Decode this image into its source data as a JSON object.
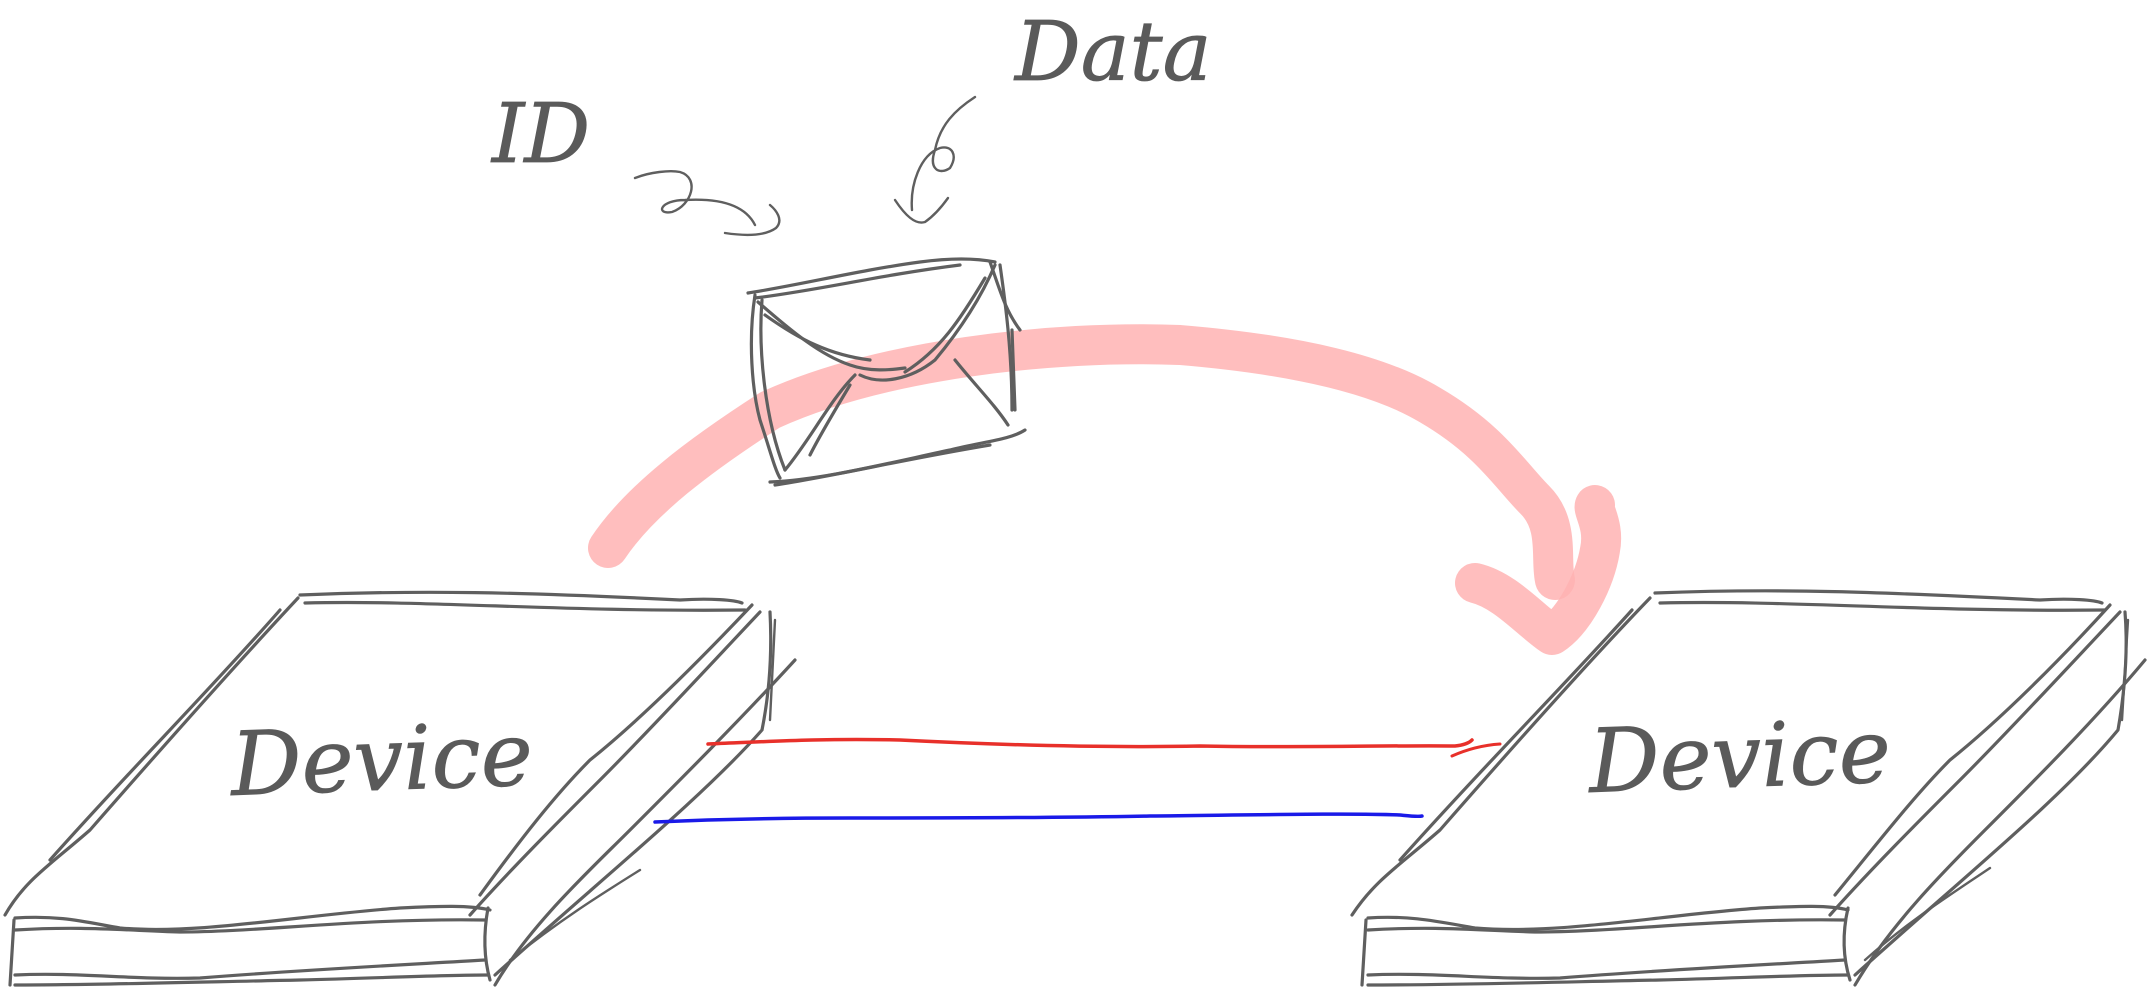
{
  "labels": {
    "id": "ID",
    "data": "Data",
    "device_left": "Device",
    "device_right": "Device"
  },
  "colors": {
    "ink": "#5f5f5f",
    "transfer_arrow": "#ffb3b3",
    "wire_red": "#e8302a",
    "wire_blue": "#1a1ae8"
  },
  "icons": {
    "packet": "envelope-icon"
  }
}
